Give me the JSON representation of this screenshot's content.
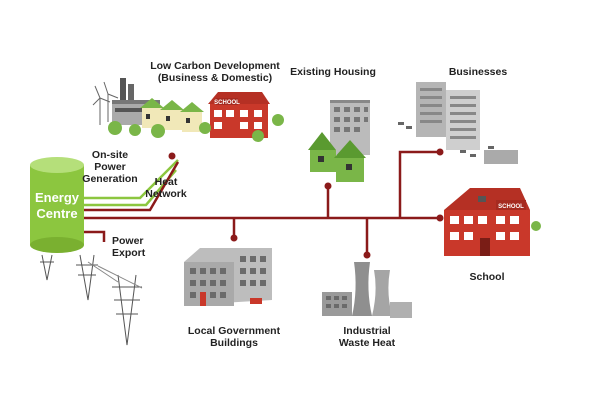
{
  "colors": {
    "heat_network": "#8b1a1a",
    "power_generation": "#8cc63f",
    "energy_centre": "#8cc63f",
    "brick": "#c9382a",
    "house_green": "#7ab648"
  },
  "energy_centre": {
    "line1": "Energy",
    "line2": "Centre"
  },
  "labels": {
    "low_carbon": {
      "line1": "Low Carbon Development",
      "line2": "(Business & Domestic)"
    },
    "existing_housing": "Existing Housing",
    "businesses": "Businesses",
    "onsite_power": {
      "line1": "On-site",
      "line2": "Power",
      "line3": "Generation"
    },
    "heat_network": {
      "line1": "Heat",
      "line2": "Network"
    },
    "power_export": {
      "line1": "Power",
      "line2": "Export"
    },
    "school": "School",
    "local_government": {
      "line1": "Local Government",
      "line2": "Buildings"
    },
    "industrial_waste_heat": {
      "line1": "Industrial",
      "line2": "Waste Heat"
    }
  },
  "signs": {
    "school_small": "SCHOOL",
    "school_large": "SCHOOL"
  }
}
